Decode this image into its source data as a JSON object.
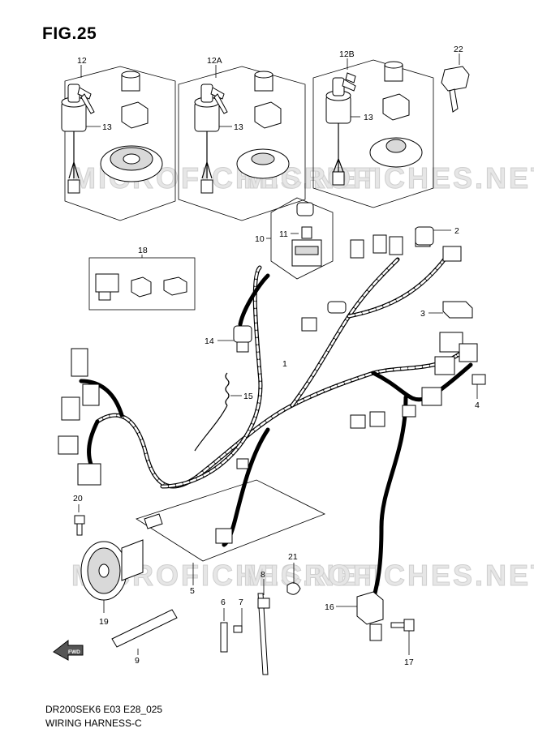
{
  "figure": {
    "title": "FIG.25"
  },
  "footer": {
    "model_code": "DR200SEK6 E03 E28_025",
    "subtitle": "WIRING HARNESS-C"
  },
  "watermark": {
    "text": "MICROFICHES.NET"
  },
  "direction_arrow": {
    "label": "FWD"
  },
  "callouts": [
    {
      "id": "c-12",
      "label": "12"
    },
    {
      "id": "c-12a",
      "label": "12A"
    },
    {
      "id": "c-12b",
      "label": "12B"
    },
    {
      "id": "c-22",
      "label": "22"
    },
    {
      "id": "c-13-a",
      "label": "13"
    },
    {
      "id": "c-13-b",
      "label": "13"
    },
    {
      "id": "c-13-c",
      "label": "13"
    },
    {
      "id": "c-10",
      "label": "10"
    },
    {
      "id": "c-11",
      "label": "11"
    },
    {
      "id": "c-2",
      "label": "2"
    },
    {
      "id": "c-18",
      "label": "18"
    },
    {
      "id": "c-3",
      "label": "3"
    },
    {
      "id": "c-14",
      "label": "14"
    },
    {
      "id": "c-1",
      "label": "1"
    },
    {
      "id": "c-15",
      "label": "15"
    },
    {
      "id": "c-4",
      "label": "4"
    },
    {
      "id": "c-20",
      "label": "20"
    },
    {
      "id": "c-5",
      "label": "5"
    },
    {
      "id": "c-21",
      "label": "21"
    },
    {
      "id": "c-8",
      "label": "8"
    },
    {
      "id": "c-6",
      "label": "6"
    },
    {
      "id": "c-7",
      "label": "7"
    },
    {
      "id": "c-16",
      "label": "16"
    },
    {
      "id": "c-19",
      "label": "19"
    },
    {
      "id": "c-9",
      "label": "9"
    },
    {
      "id": "c-17",
      "label": "17"
    }
  ]
}
